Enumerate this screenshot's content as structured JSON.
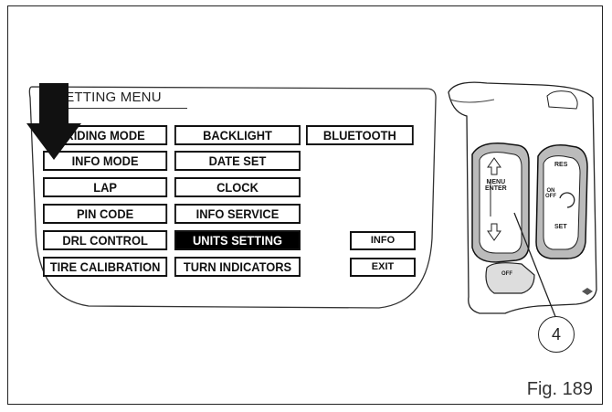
{
  "display": {
    "title": "SETTING MENU",
    "buttons": [
      {
        "id": "riding-mode",
        "label": "RIDING MODE"
      },
      {
        "id": "backlight",
        "label": "BACKLIGHT"
      },
      {
        "id": "bluetooth",
        "label": "BLUETOOTH"
      },
      {
        "id": "info-mode",
        "label": "INFO MODE"
      },
      {
        "id": "date-set",
        "label": "DATE SET"
      },
      {
        "id": "lap",
        "label": "LAP"
      },
      {
        "id": "clock",
        "label": "CLOCK"
      },
      {
        "id": "pin-code",
        "label": "PIN CODE"
      },
      {
        "id": "info-service",
        "label": "INFO SERVICE"
      },
      {
        "id": "drl-control",
        "label": "DRL CONTROL"
      },
      {
        "id": "units-setting",
        "label": "UNITS SETTING",
        "selected": true
      },
      {
        "id": "info",
        "label": "INFO"
      },
      {
        "id": "tire-calibration",
        "label": "TIRE CALIBRATION"
      },
      {
        "id": "turn-indicators",
        "label": "TURN INDICATORS"
      },
      {
        "id": "exit",
        "label": "EXIT"
      }
    ]
  },
  "switch_labels": {
    "menu_enter": "MENU\nENTER",
    "res": "RES",
    "set": "SET",
    "on_off": "ON\nOFF",
    "off": "OFF"
  },
  "callout": "4",
  "figure_label": "Fig. 189"
}
